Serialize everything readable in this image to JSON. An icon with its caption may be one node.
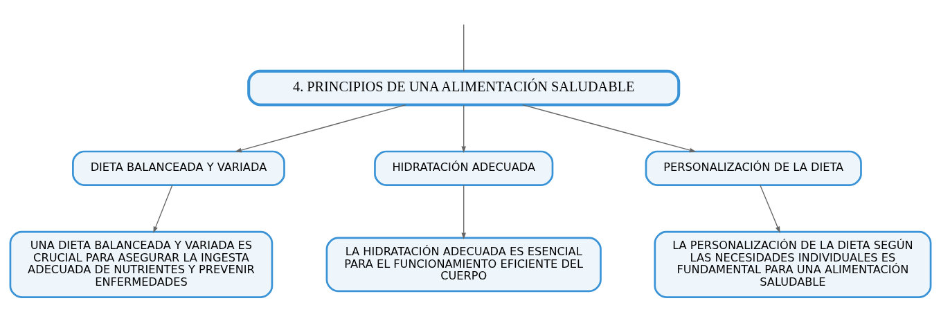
{
  "diagram": {
    "nodes": [
      {
        "text": [
          "4. PRINCIPIOS DE UNA ALIMENTACIÓN SALUDABLE"
        ]
      },
      {
        "text": [
          "DIETA BALANCEADA Y VARIADA"
        ]
      },
      {
        "text": [
          "HIDRATACIÓN ADECUADA"
        ]
      },
      {
        "text": [
          "PERSONALIZACIÓN DE LA DIETA"
        ]
      },
      {
        "text": [
          "UNA DIETA BALANCEADA Y VARIADA ES CRUCIAL PARA ASEGURAR LA INGESTA ADECUADA DE NUTRIENTES Y PREVENIR ENFERMEDADES"
        ]
      },
      {
        "text": [
          "LA HIDRATACIÓN ADECUADA ES ESENCIAL PARA EL FUNCIONAMIENTO EFICIENTE DEL CUERPO"
        ]
      },
      {
        "text": [
          "LA PERSONALIZACIÓN DE LA DIETA SEGÚN LAS NECESIDADES INDIVIDUALES ES FUNDAMENTAL PARA UNA ALIMENTACIÓN SALUDABLE"
        ]
      }
    ],
    "edges": [
      {
        "from": null,
        "to": 0,
        "arrow": "none"
      },
      {
        "from": 0,
        "to": 1,
        "arrow": "to"
      },
      {
        "from": 0,
        "to": 2,
        "arrow": "to"
      },
      {
        "from": 0,
        "to": 3,
        "arrow": "to"
      },
      {
        "from": 1,
        "to": 4,
        "arrow": "to"
      },
      {
        "from": 2,
        "to": 5,
        "arrow": "to"
      },
      {
        "from": 3,
        "to": 6,
        "arrow": "to"
      }
    ]
  }
}
